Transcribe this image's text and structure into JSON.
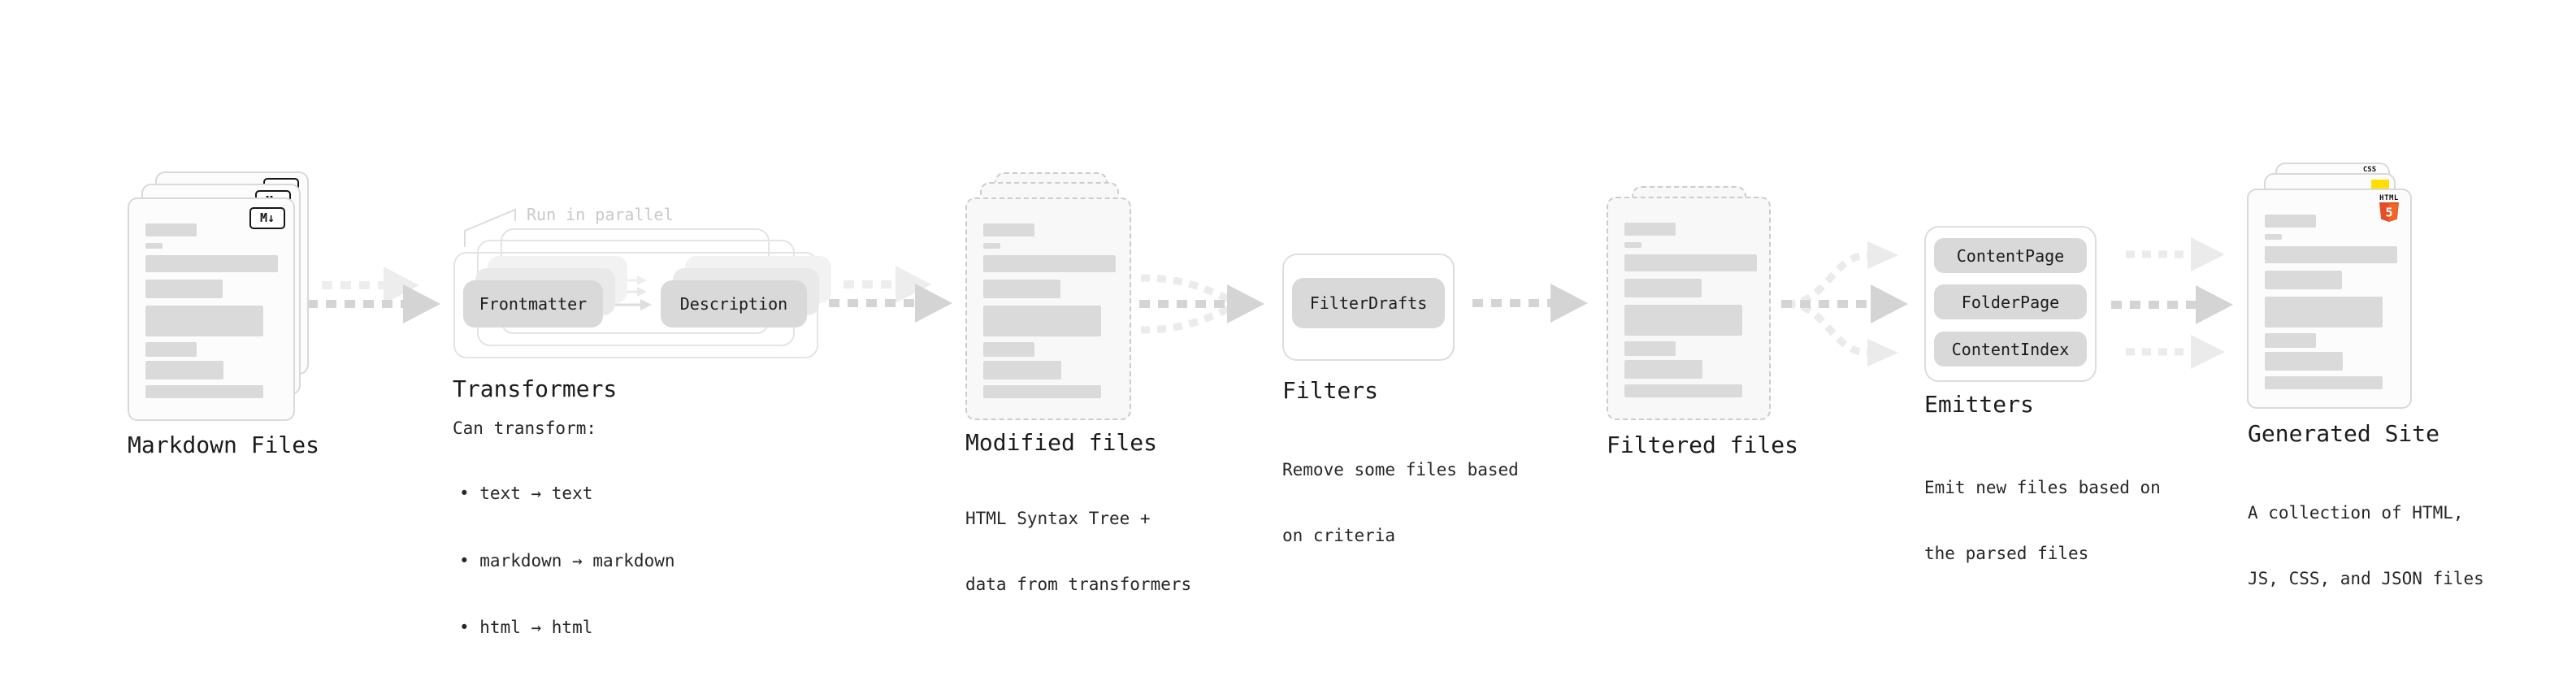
{
  "colors": {
    "html5_orange": "#e34f26",
    "html5_orange_light": "#f16529",
    "js_yellow": "#ffdf00",
    "css_blue": "#2b63e8"
  },
  "stages": {
    "markdown": {
      "label": "Markdown Files",
      "badge": "M↓"
    },
    "transformers": {
      "label": "Transformers",
      "note": "Run in parallel",
      "pill_left": "Frontmatter",
      "pill_right": "Description",
      "desc_title": "Can transform:",
      "bullets": [
        "• text → text",
        "• markdown → markdown",
        "• html → html"
      ]
    },
    "modified": {
      "label": "Modified files",
      "desc_line1": "HTML Syntax Tree +",
      "desc_line2": "data from transformers"
    },
    "filters": {
      "label": "Filters",
      "pill": "FilterDrafts",
      "desc_line1": "Remove some files based",
      "desc_line2": "on criteria"
    },
    "filtered": {
      "label": "Filtered files"
    },
    "emitters": {
      "label": "Emitters",
      "pills": [
        "ContentPage",
        "FolderPage",
        "ContentIndex"
      ],
      "desc_line1": "Emit new files based on",
      "desc_line2": "the parsed files"
    },
    "site": {
      "label": "Generated Site",
      "desc_line1": "A collection of HTML,",
      "desc_line2": "JS, CSS, and JSON files",
      "badge_html_top": "HTML",
      "badge_html_number": "5",
      "badge_css": "CSS"
    }
  }
}
